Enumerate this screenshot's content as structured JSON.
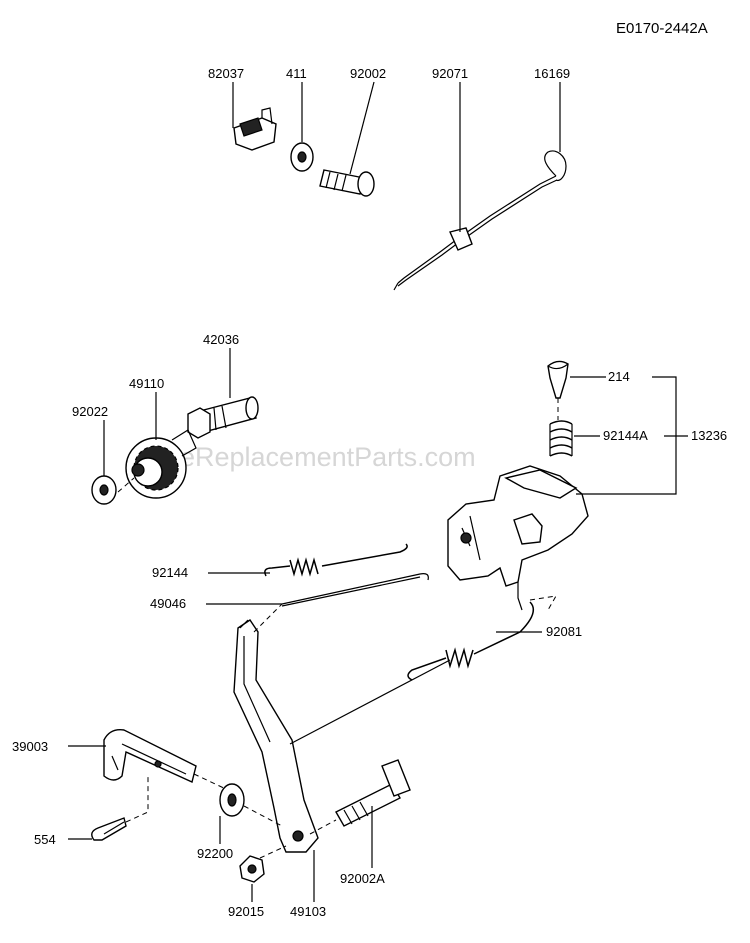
{
  "diagram_code": "E0170-2442A",
  "watermark": "eReplacementParts.com",
  "labels": {
    "p82037": "82037",
    "p411": "411",
    "p92002": "92002",
    "p92071": "92071",
    "p16169": "16169",
    "p42036": "42036",
    "p49110": "49110",
    "p92022": "92022",
    "p214": "214",
    "p92144A": "92144A",
    "p13236": "13236",
    "p92144": "92144",
    "p49046": "49046",
    "p92081": "92081",
    "p39003": "39003",
    "p554": "554",
    "p92200": "92200",
    "p92002A": "92002A",
    "p92015": "92015",
    "p49103": "49103"
  }
}
